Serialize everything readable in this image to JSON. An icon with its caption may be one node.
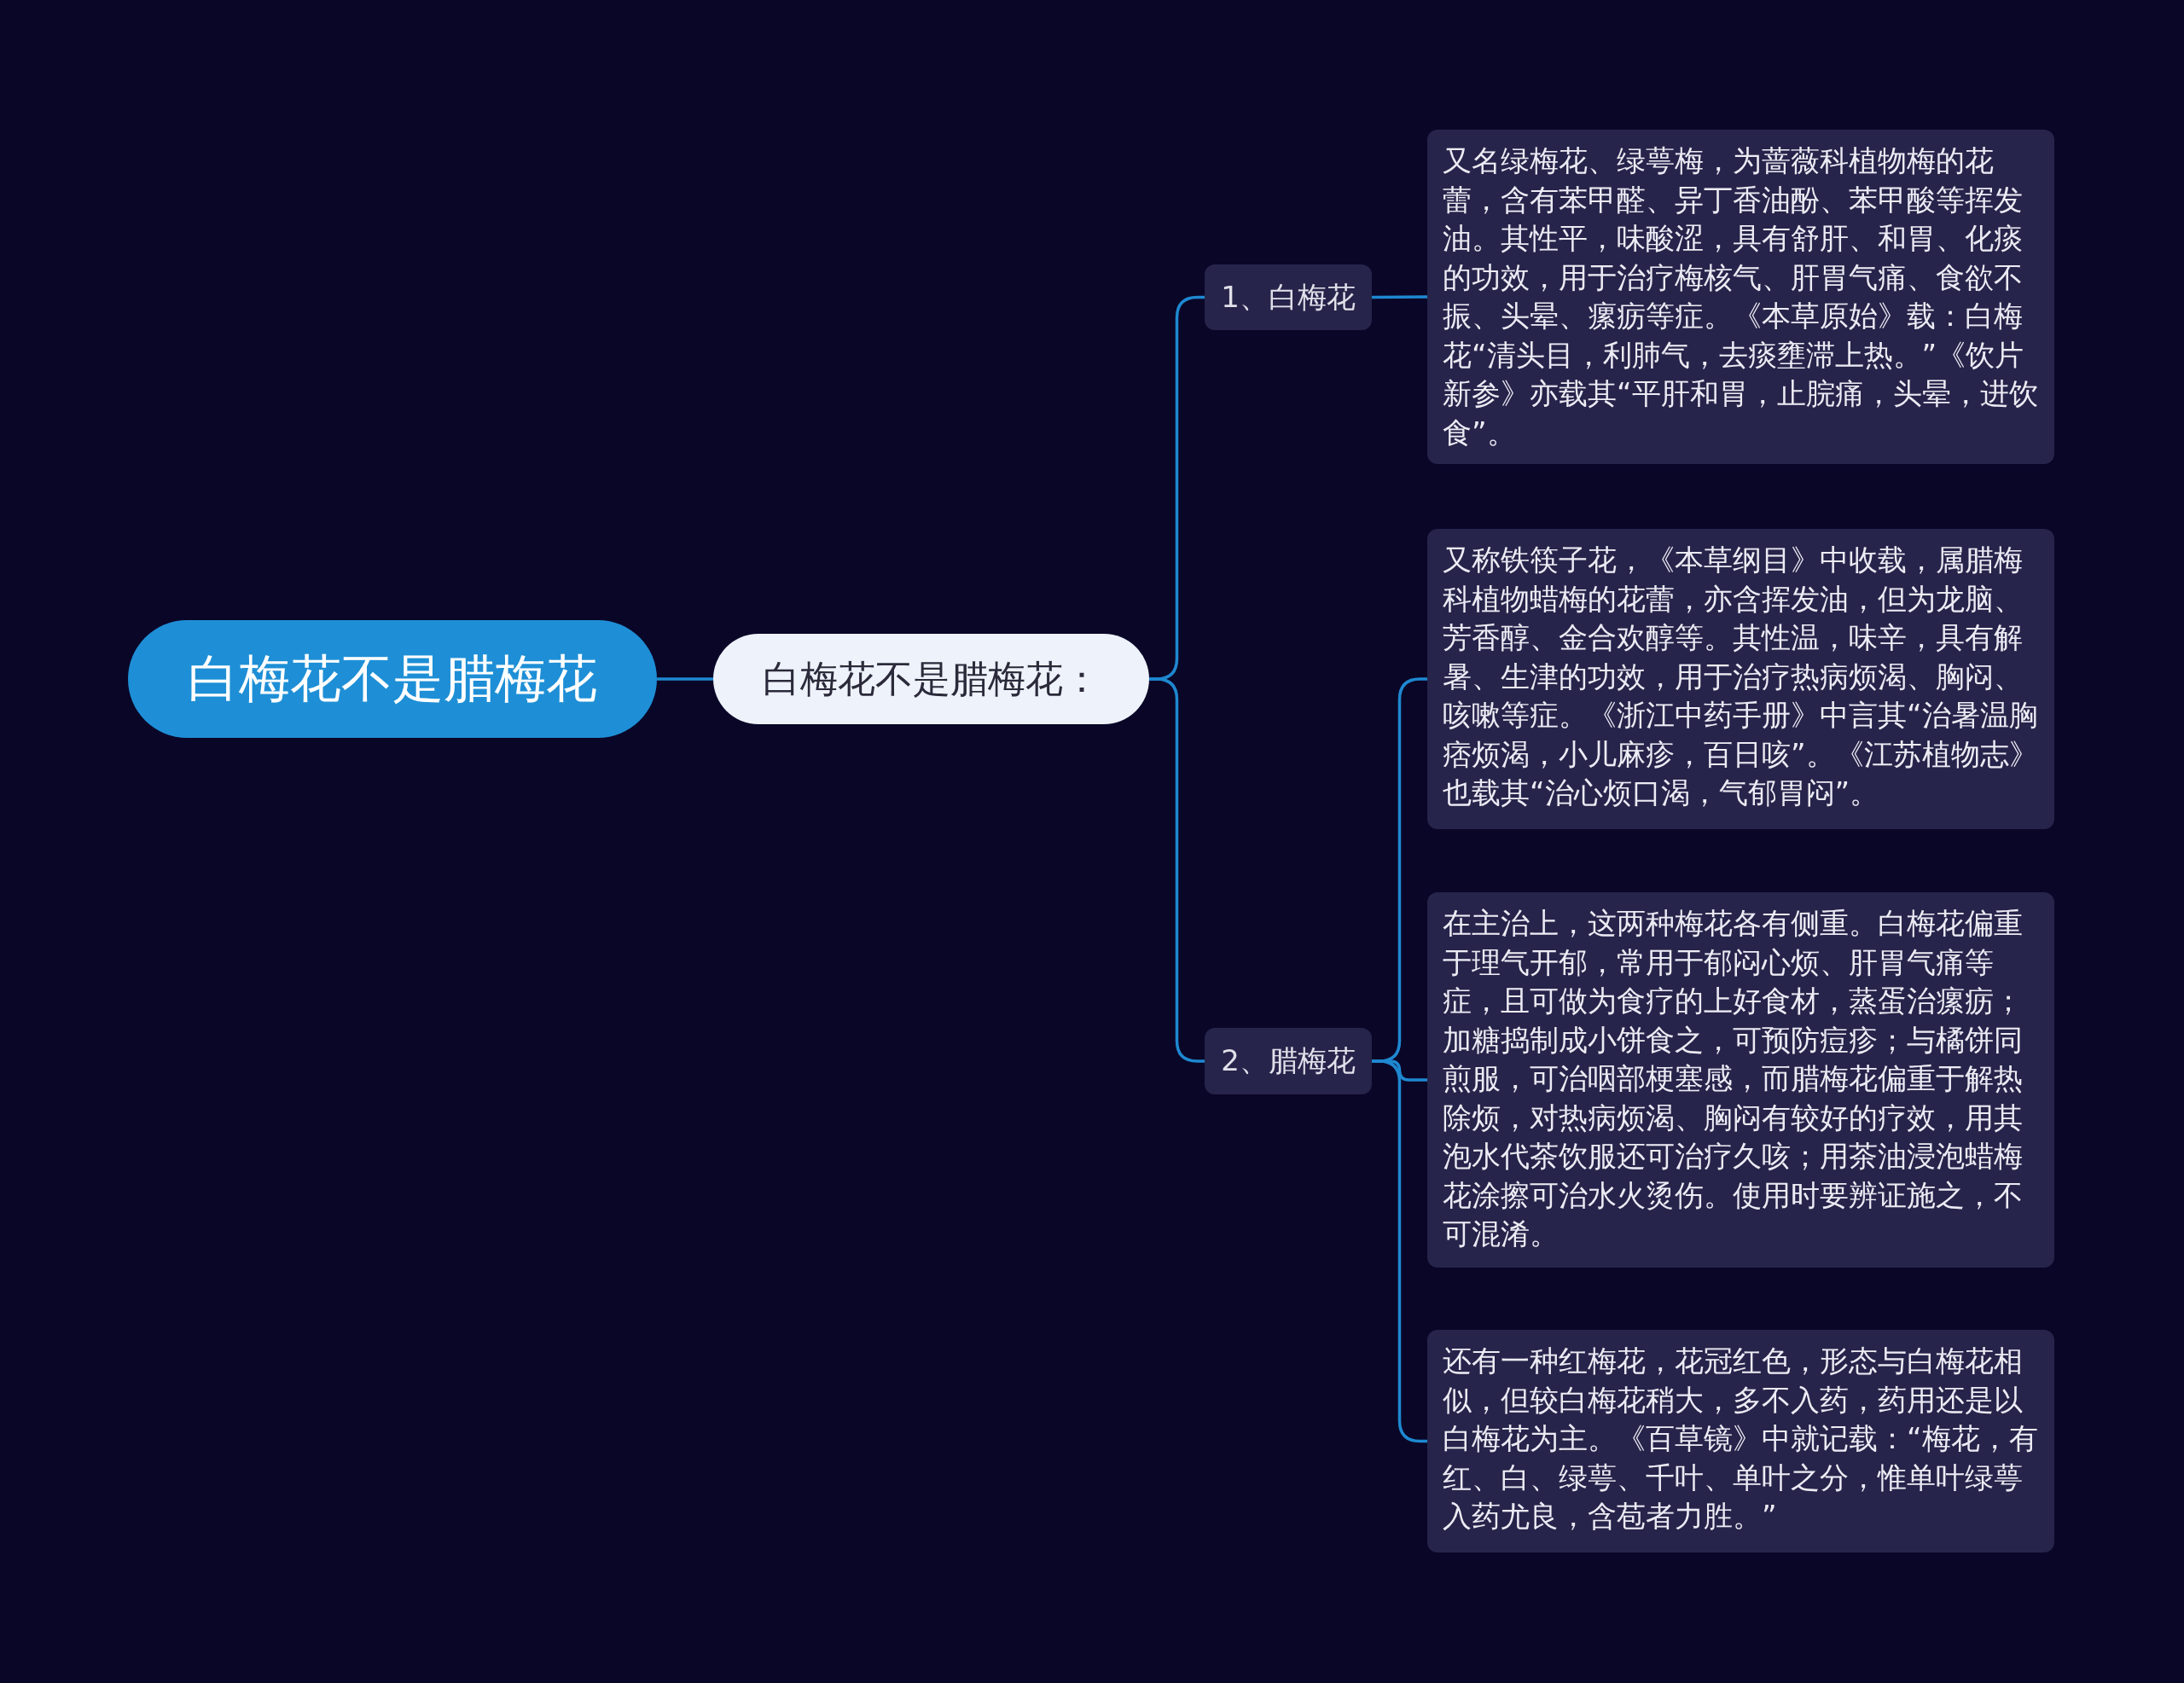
{
  "diagram": {
    "nodes": [
      {
        "text": [
          "白梅花不是腊梅花"
        ]
      },
      {
        "text": [
          "白梅花不是腊梅花："
        ]
      },
      {
        "text": [
          "1、白梅花"
        ]
      },
      {
        "text": [
          "2、腊梅花"
        ]
      },
      {
        "text": [
          "又名绿梅花、绿萼梅，为蔷薇科植物梅的花蕾，含有苯甲醛、异丁香油酚、苯甲酸等挥发油。其性平，味酸涩，具有舒肝、和胃、化痰的功效，用于治疗梅核气、肝胃气痛、食欲不振、头晕、瘰疬等症。《本草原始》载：白梅花“清头目，利肺气，去痰壅滞上热。”《饮片新参》亦载其“平肝和胃，止脘痛，头晕，进饮食”。"
        ]
      },
      {
        "text": [
          "又称铁筷子花，《本草纲目》中收载，属腊梅科植物蜡梅的花蕾，亦含挥发油，但为龙脑、芳香醇、金合欢醇等。其性温，味辛，具有解暑、生津的功效，用于治疗热病烦渴、胸闷、咳嗽等症。《浙江中药手册》中言其“治暑温胸痞烦渴，小儿麻疹，百日咳”。《江苏植物志》也载其“治心烦口渴，气郁胃闷”。"
        ]
      },
      {
        "text": [
          "在主治上，这两种梅花各有侧重。白梅花偏重于理气开郁，常用于郁闷心烦、肝胃气痛等症，且可做为食疗的上好食材，蒸蛋治瘰疬；加糖捣制成小饼食之，可预防痘疹；与橘饼同煎服，可治咽部梗塞感，而腊梅花偏重于解热除烦，对热病烦渴、胸闷有较好的疗效，用其泡水代茶饮服还可治疗久咳；用茶油浸泡蜡梅花涂擦可治水火烫伤。使用时要辨证施之，不可混淆。"
        ]
      },
      {
        "text": [
          "还有一种红梅花，花冠红色，形态与白梅花相似，但较白梅花稍大，多不入药，药用还是以白梅花为主。《百草镜》中就记载：“梅花，有红、白、绿萼、千叶、单叶之分，惟单叶绿萼入药尤良，含苞者力胜。”"
        ]
      }
    ],
    "edges": [
      {
        "from": 0,
        "to": 1,
        "arrow": "none"
      },
      {
        "from": 1,
        "to": 2,
        "arrow": "none"
      },
      {
        "from": 1,
        "to": 3,
        "arrow": "none"
      },
      {
        "from": 2,
        "to": 4,
        "arrow": "none"
      },
      {
        "from": 3,
        "to": 5,
        "arrow": "none"
      },
      {
        "from": 3,
        "to": 6,
        "arrow": "none"
      },
      {
        "from": 3,
        "to": 7,
        "arrow": "none"
      }
    ]
  }
}
